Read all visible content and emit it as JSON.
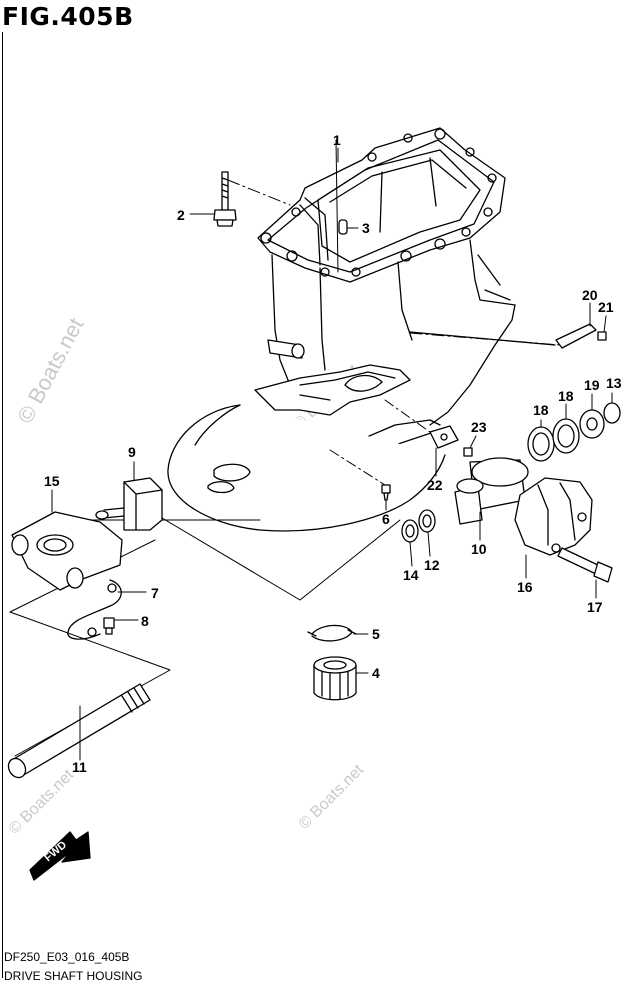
{
  "figure": {
    "title": "FIG.405B",
    "code": "DF250_E03_016_405B",
    "name": "DRIVE SHAFT HOUSING"
  },
  "watermark": {
    "main": "© Boats.net",
    "secondary": "© Boats.net"
  },
  "direction_label": "FWD",
  "callouts": {
    "c1": "1",
    "c2": "2",
    "c3": "3",
    "c4": "4",
    "c5": "5",
    "c6": "6",
    "c7": "7",
    "c8": "8",
    "c9": "9",
    "c10": "10",
    "c11": "11",
    "c12": "12",
    "c13": "13",
    "c14": "14",
    "c15": "15",
    "c16": "16",
    "c17": "17",
    "c18a": "18",
    "c18b": "18",
    "c19": "19",
    "c20": "20",
    "c21": "21",
    "c22": "22",
    "c23": "23"
  },
  "colors": {
    "line": "#000000",
    "watermark": "#c9c9c9",
    "background": "#ffffff"
  }
}
